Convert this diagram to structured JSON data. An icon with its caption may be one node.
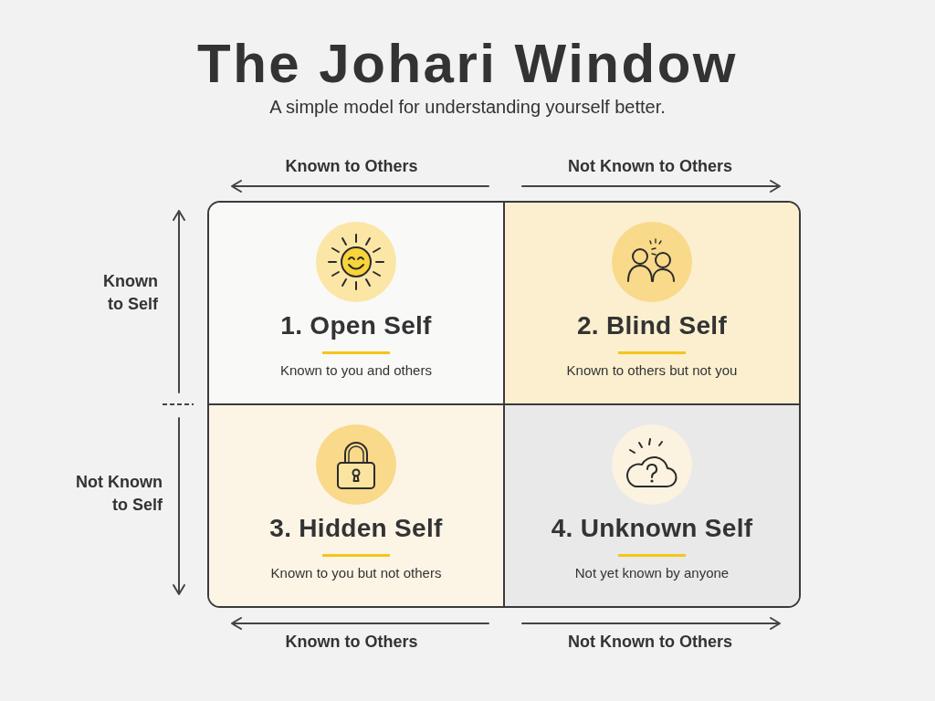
{
  "diagram": {
    "title": "The Johari Window",
    "nodes": [
      {
        "text": [
          "1. Open Self",
          "Known to you and others"
        ]
      },
      {
        "text": [
          "2. Blind Self",
          "Known to others but not you"
        ]
      },
      {
        "text": [
          "3. Hidden Self",
          "Known to you but not others"
        ]
      },
      {
        "text": [
          "4. Unknown Self",
          "Not yet known by anyone"
        ]
      }
    ],
    "labels": [
      "A simple model for understanding yourself better.",
      "Known to Others",
      "Not Known to Others",
      "Known to Self",
      "Not Known to Self",
      "Known to Others",
      "Not Known to Others"
    ]
  }
}
